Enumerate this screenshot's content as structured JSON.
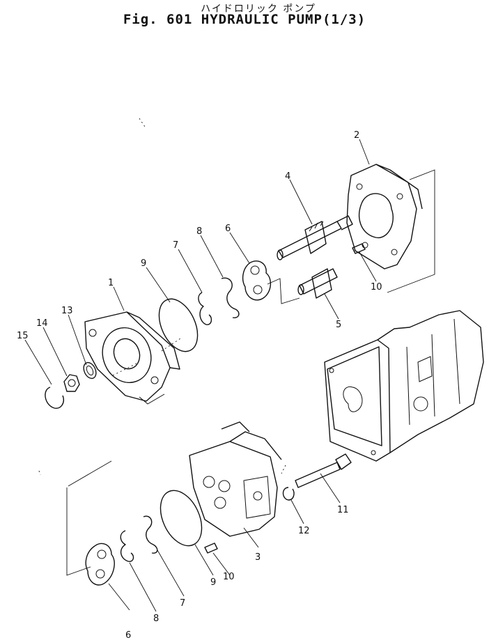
{
  "title": {
    "japanese": "ハイドロリック ポンプ",
    "english": "Fig. 601 HYDRAULIC PUMP(1/3)"
  },
  "callouts": [
    {
      "id": "c1",
      "label": "1"
    },
    {
      "id": "c2",
      "label": "2"
    },
    {
      "id": "c3",
      "label": "3"
    },
    {
      "id": "c4",
      "label": "4"
    },
    {
      "id": "c5",
      "label": "5"
    },
    {
      "id": "c6a",
      "label": "6"
    },
    {
      "id": "c6b",
      "label": "6"
    },
    {
      "id": "c7a",
      "label": "7"
    },
    {
      "id": "c7b",
      "label": "7"
    },
    {
      "id": "c8a",
      "label": "8"
    },
    {
      "id": "c8b",
      "label": "8"
    },
    {
      "id": "c9a",
      "label": "9"
    },
    {
      "id": "c9b",
      "label": "9"
    },
    {
      "id": "c10a",
      "label": "10"
    },
    {
      "id": "c10b",
      "label": "10"
    },
    {
      "id": "c11",
      "label": "11"
    },
    {
      "id": "c12",
      "label": "12"
    },
    {
      "id": "c13",
      "label": "13"
    },
    {
      "id": "c14",
      "label": "14"
    },
    {
      "id": "c15",
      "label": "15"
    }
  ]
}
